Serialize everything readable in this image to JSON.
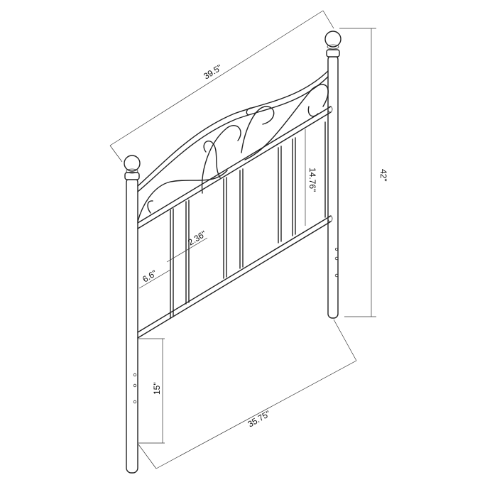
{
  "diagram": {
    "subject": "Metal headboard with scroll design",
    "dimensions": {
      "overall_width": "39.5\"",
      "overall_height": "42\"",
      "panel_height": "14.76\"",
      "spindle_spacing": "2.36\"",
      "end_spacing": "6.6\"",
      "leg_height": "15\"",
      "panel_width": "35.75\""
    },
    "colors": {
      "line": "#222222",
      "background": "#ffffff"
    }
  }
}
